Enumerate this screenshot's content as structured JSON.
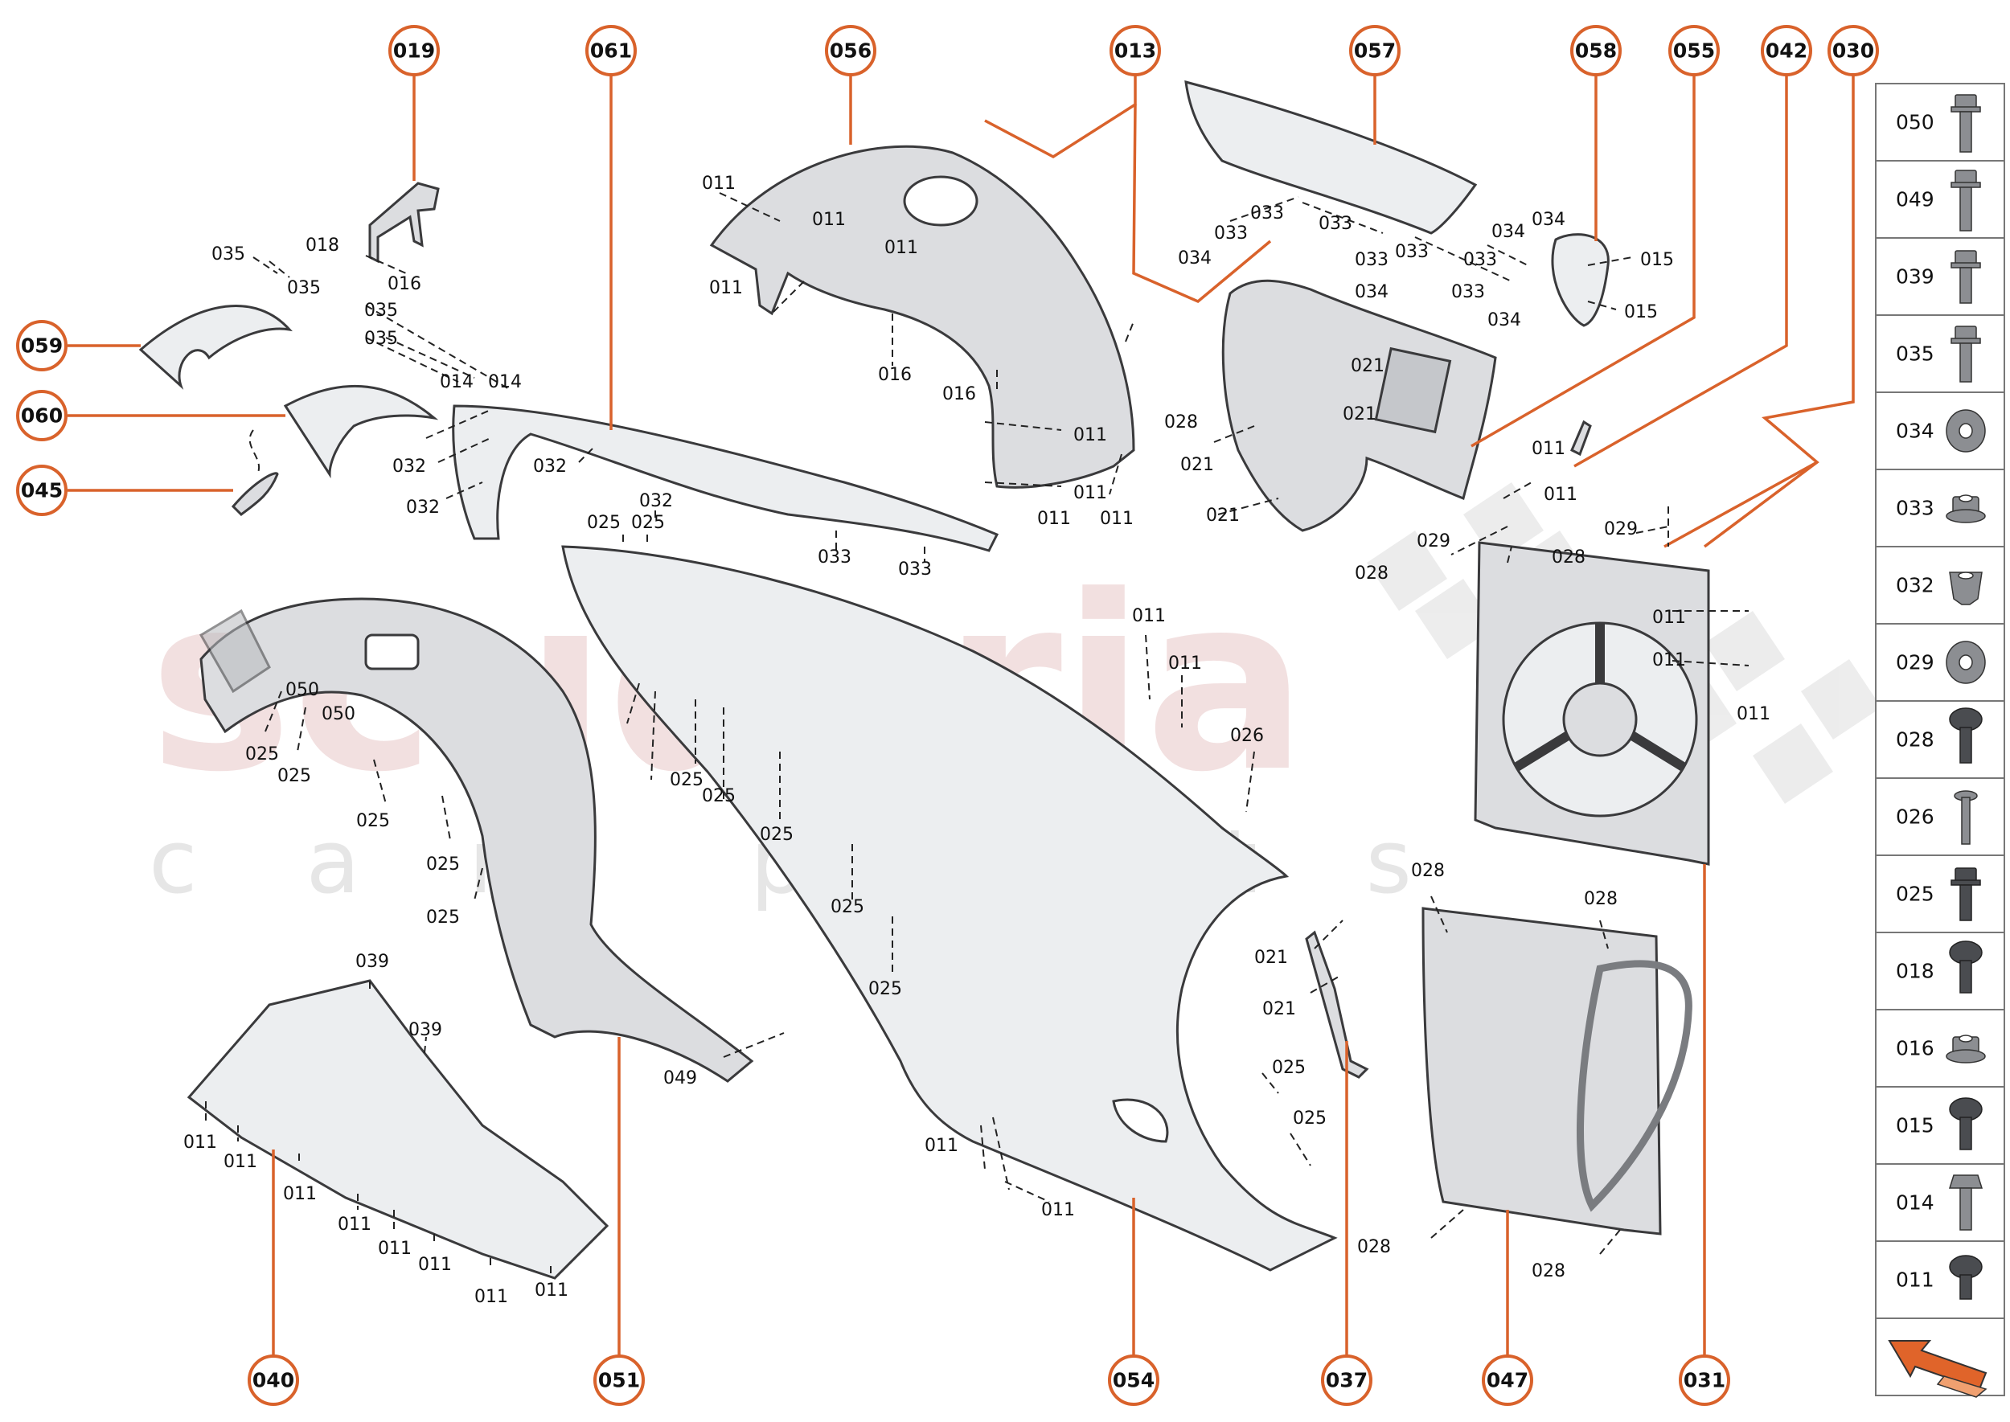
{
  "watermark": {
    "main": "scuderia",
    "sub": "car parts"
  },
  "callouts": [
    {
      "id": "019"
    },
    {
      "id": "061"
    },
    {
      "id": "056"
    },
    {
      "id": "013"
    },
    {
      "id": "057"
    },
    {
      "id": "058"
    },
    {
      "id": "055"
    },
    {
      "id": "042"
    },
    {
      "id": "030"
    },
    {
      "id": "059"
    },
    {
      "id": "060"
    },
    {
      "id": "045"
    },
    {
      "id": "040"
    },
    {
      "id": "051"
    },
    {
      "id": "054"
    },
    {
      "id": "037"
    },
    {
      "id": "047"
    },
    {
      "id": "031"
    }
  ],
  "part_labels": [
    "011",
    "011",
    "011",
    "011",
    "016",
    "016",
    "011",
    "011",
    "011",
    "011",
    "028",
    "021",
    "021",
    "021",
    "021",
    "033",
    "033",
    "033",
    "033",
    "033",
    "034",
    "033",
    "034",
    "033",
    "034",
    "034",
    "034",
    "033",
    "015",
    "015",
    "011",
    "011",
    "029",
    "029",
    "028",
    "028",
    "011",
    "011",
    "011",
    "018",
    "016",
    "035",
    "035",
    "035",
    "035",
    "014",
    "014",
    "032",
    "032",
    "032",
    "032",
    "033",
    "033",
    "025",
    "025",
    "050",
    "050",
    "025",
    "025",
    "025",
    "025",
    "025",
    "025",
    "025",
    "025",
    "025",
    "025",
    "025",
    "011",
    "011",
    "026",
    "039",
    "039",
    "011",
    "011",
    "011",
    "011",
    "011",
    "011",
    "011",
    "011",
    "049",
    "011",
    "011",
    "025",
    "025",
    "021",
    "021",
    "028",
    "028",
    "028",
    "028"
  ],
  "legend": [
    {
      "code": "050",
      "icon": "hex-flange-bolt-long"
    },
    {
      "code": "049",
      "icon": "hex-flange-bolt-long"
    },
    {
      "code": "039",
      "icon": "hex-flange-bolt"
    },
    {
      "code": "035",
      "icon": "hex-flange-bolt"
    },
    {
      "code": "034",
      "icon": "flat-washer"
    },
    {
      "code": "033",
      "icon": "flange-nut"
    },
    {
      "code": "032",
      "icon": "clip-nut"
    },
    {
      "code": "029",
      "icon": "flat-washer"
    },
    {
      "code": "028",
      "icon": "pan-head-screw"
    },
    {
      "code": "026",
      "icon": "pin"
    },
    {
      "code": "025",
      "icon": "hex-flange-bolt"
    },
    {
      "code": "018",
      "icon": "pan-head-screw"
    },
    {
      "code": "016",
      "icon": "flange-nut"
    },
    {
      "code": "015",
      "icon": "pan-head-screw"
    },
    {
      "code": "014",
      "icon": "hex-bolt"
    },
    {
      "code": "011",
      "icon": "pan-head-screw-short"
    }
  ],
  "legend_footer_icon": "direction-arrow-icon",
  "colors": {
    "accent": "#d9622b",
    "line": "#3a3a3c",
    "part": "#dcdde0"
  }
}
